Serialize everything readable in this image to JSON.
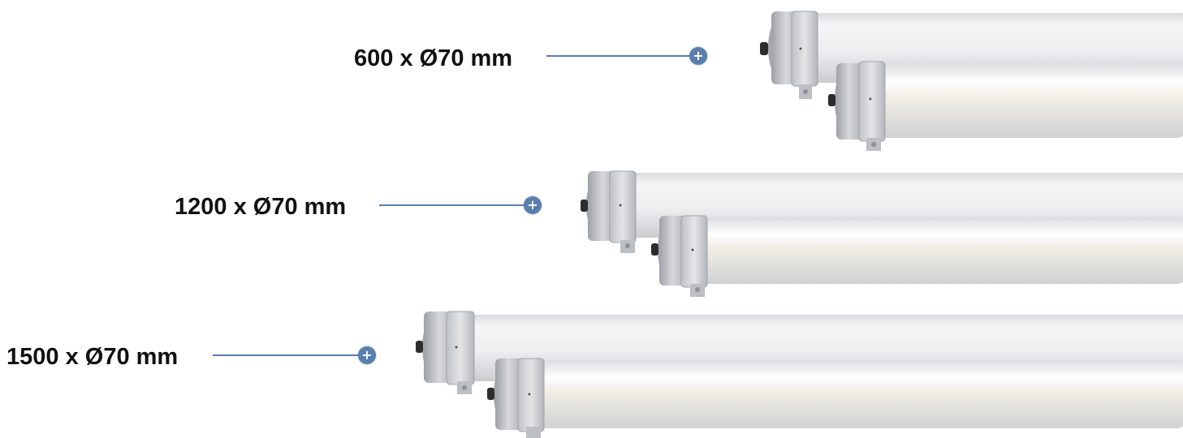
{
  "colors": {
    "accent": "#5a7fae",
    "label_text": "#111111",
    "tube": "#e9eaec",
    "endcap": "#b9bcc0"
  },
  "variants": [
    {
      "label": "600 x Ø70 mm",
      "button_icon": "+"
    },
    {
      "label": "1200 x Ø70 mm",
      "button_icon": "+"
    },
    {
      "label": "1500 x Ø70 mm",
      "button_icon": "+"
    }
  ]
}
